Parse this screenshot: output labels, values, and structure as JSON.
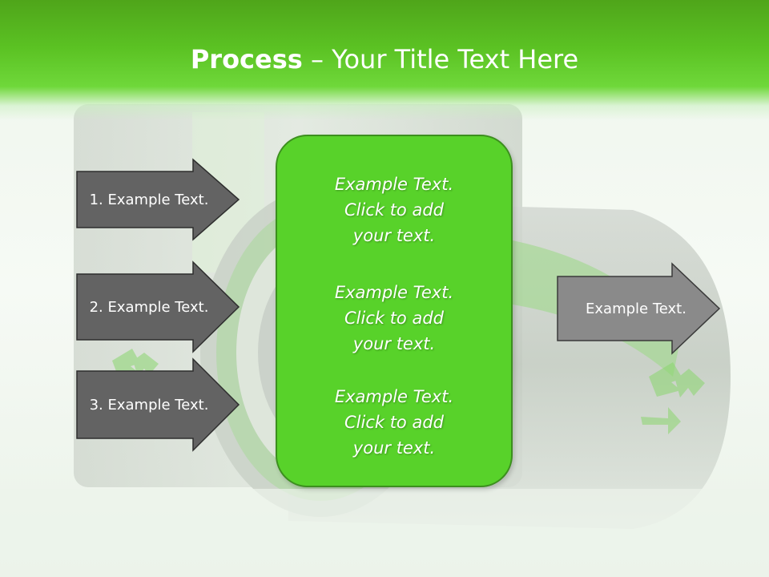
{
  "slide": {
    "title_bold": "Process",
    "title_rest": " – Your Title Text Here"
  },
  "left_arrows": [
    {
      "label": "1. Example Text."
    },
    {
      "label": "2. Example Text."
    },
    {
      "label": "3. Example Text."
    }
  ],
  "center_box": {
    "items": [
      {
        "text": "Example Text.\nClick  to add\nyour text."
      },
      {
        "text": "Example Text.\nClick  to add\nyour text."
      },
      {
        "text": "Example Text.\nClick  to add\nyour text."
      }
    ]
  },
  "right_arrow": {
    "label": "Example Text."
  },
  "colors": {
    "accent_green": "#58d22a",
    "title_green": "#5bc223",
    "arrow_dark": "#636363",
    "arrow_light": "#8a8a8a"
  }
}
